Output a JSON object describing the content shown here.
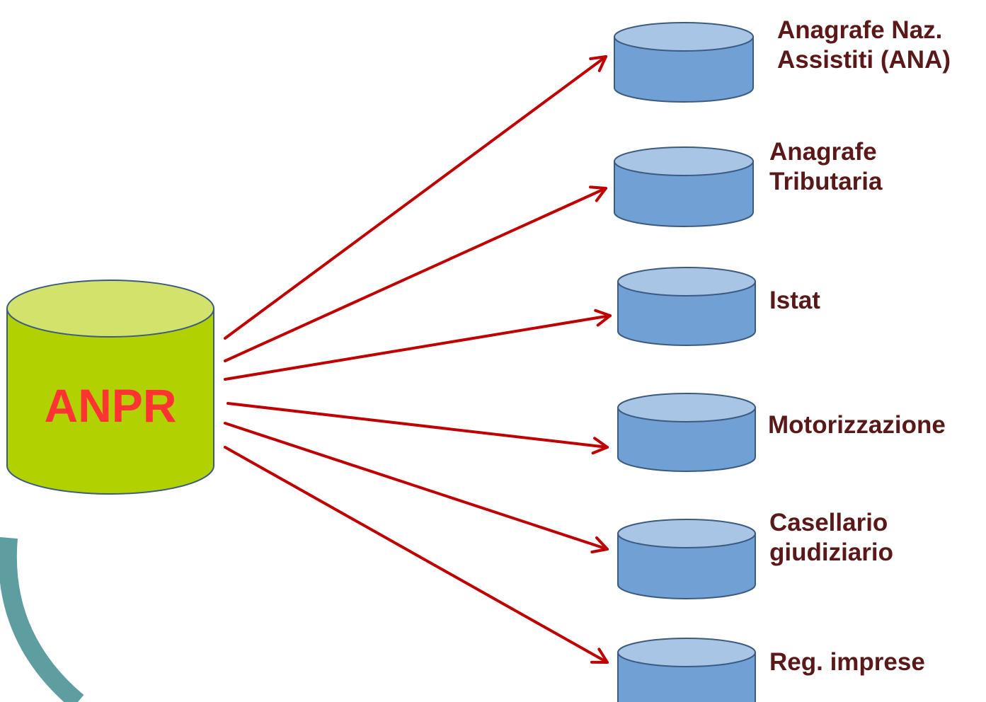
{
  "hub": {
    "label": "ANPR",
    "body_color": "#b2d100",
    "top_color": "#d3e26a",
    "text_color": "#ff3333"
  },
  "targets": [
    {
      "id": "ana",
      "lines": [
        "Anagrafe Naz.",
        "Assistiti (ANA)"
      ]
    },
    {
      "id": "tributaria",
      "lines": [
        "Anagrafe",
        "Tributaria"
      ]
    },
    {
      "id": "istat",
      "lines": [
        "Istat"
      ]
    },
    {
      "id": "motorizzazione",
      "lines": [
        "Motorizzazione"
      ]
    },
    {
      "id": "casellario",
      "lines": [
        "Casellario",
        "giudiziario"
      ]
    },
    {
      "id": "reg-imprese",
      "lines": [
        "Reg. imprese"
      ]
    }
  ],
  "colors": {
    "target_body": "#70a0d4",
    "target_top": "#a9c5e6",
    "outline": "#3d5a80",
    "arrow": "#c00000",
    "label_text": "#5a1818",
    "corner_arc": "#5f9ea0"
  }
}
